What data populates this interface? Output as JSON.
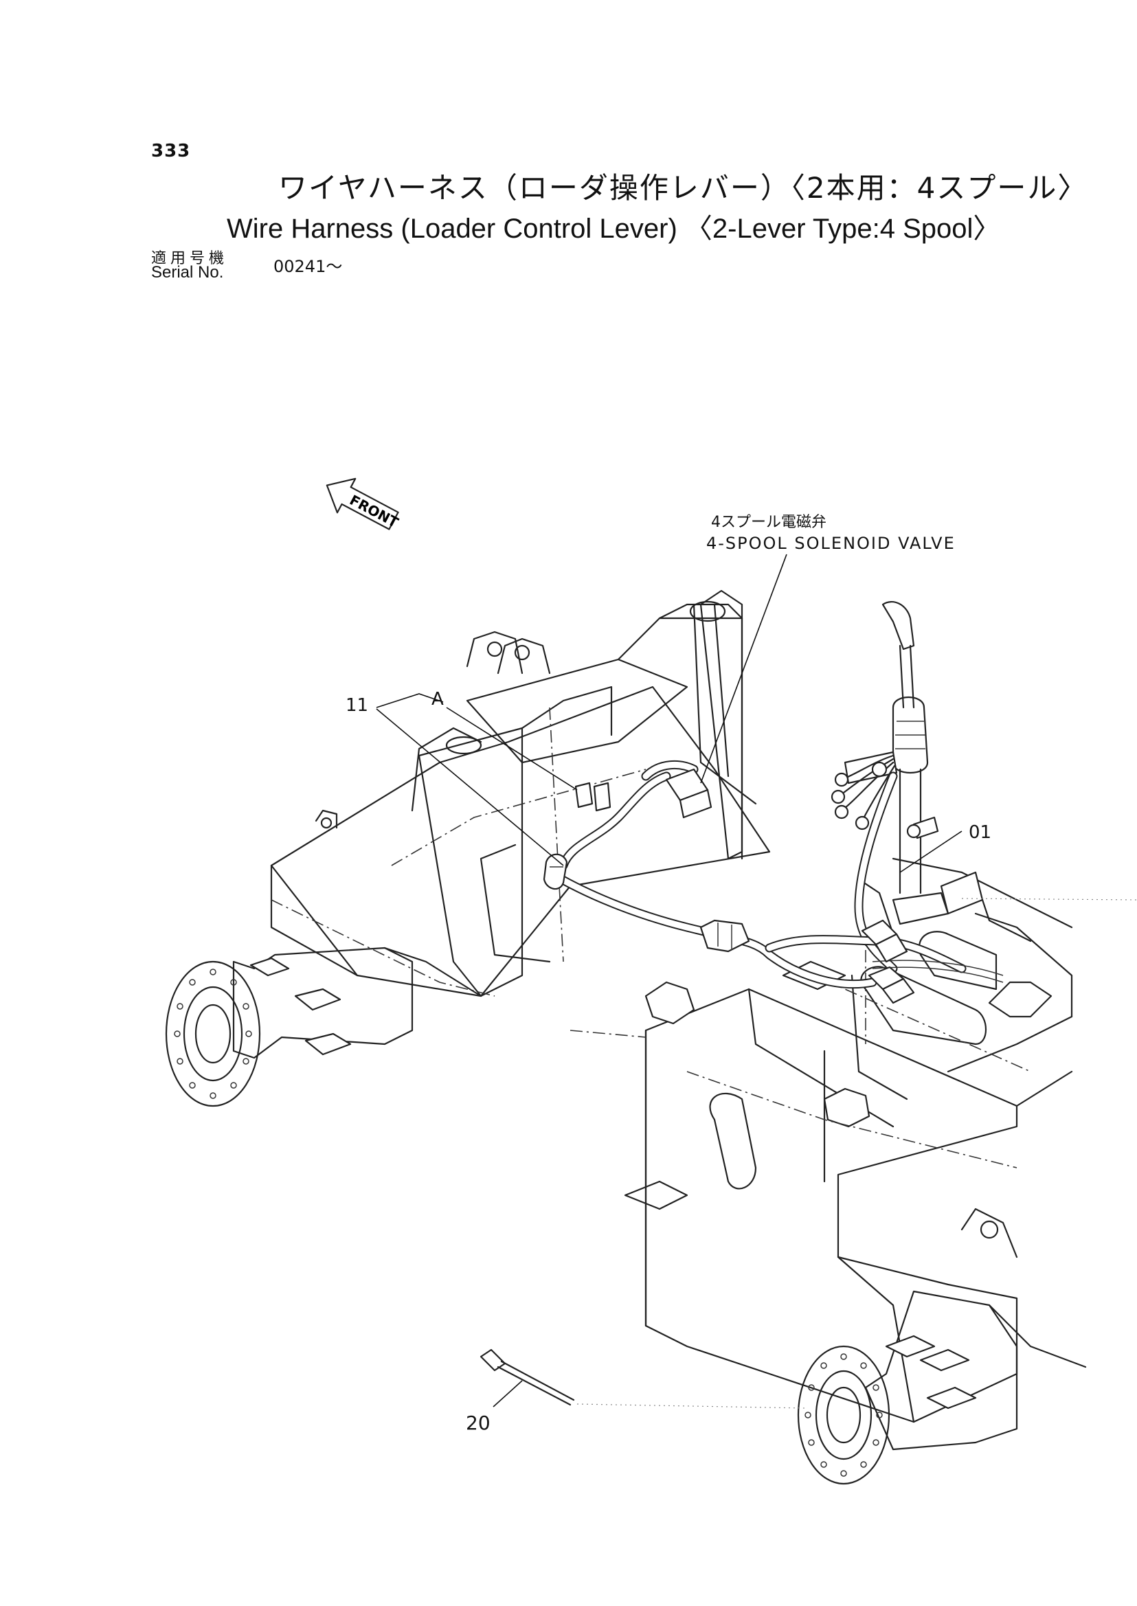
{
  "page": {
    "number": "333"
  },
  "title": {
    "japanese": "ワイヤハーネス（ローダ操作レバー）〈2本用：4スプール〉",
    "english": "Wire Harness (Loader Control Lever) 〈2-Lever Type:4 Spool〉"
  },
  "serial": {
    "label_jp": "適用号機",
    "label_en": "Serial No.",
    "value": "00241～"
  },
  "diagram": {
    "front_marker": "FRONT",
    "callouts": {
      "solenoid_jp": "4スプール電磁弁",
      "solenoid_en": "4-SPOOL SOLENOID VALVE",
      "part_11": "11",
      "part_a": "A",
      "part_01": "01",
      "part_20": "20"
    }
  }
}
